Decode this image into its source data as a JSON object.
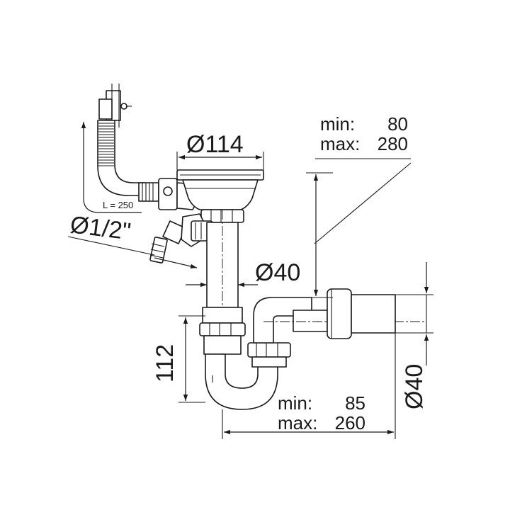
{
  "dimensions": {
    "hose_length": "L = 250",
    "outlet_ext_min_label": "min:",
    "outlet_ext_min_value": "80",
    "outlet_ext_max_label": "max:",
    "outlet_ext_max_value": "280",
    "basket_diameter": "Ø114",
    "inlet_diameter": "Ø1/2\"",
    "pipe_diameter": "Ø40",
    "trap_height": "112",
    "outlet_diameter": "Ø40",
    "trap_reach_min_label": "min:",
    "trap_reach_min_value": "85",
    "trap_reach_max_label": "max:",
    "trap_reach_max_value": "260"
  },
  "colors": {
    "line": "#1a1a1a",
    "background": "#ffffff"
  }
}
